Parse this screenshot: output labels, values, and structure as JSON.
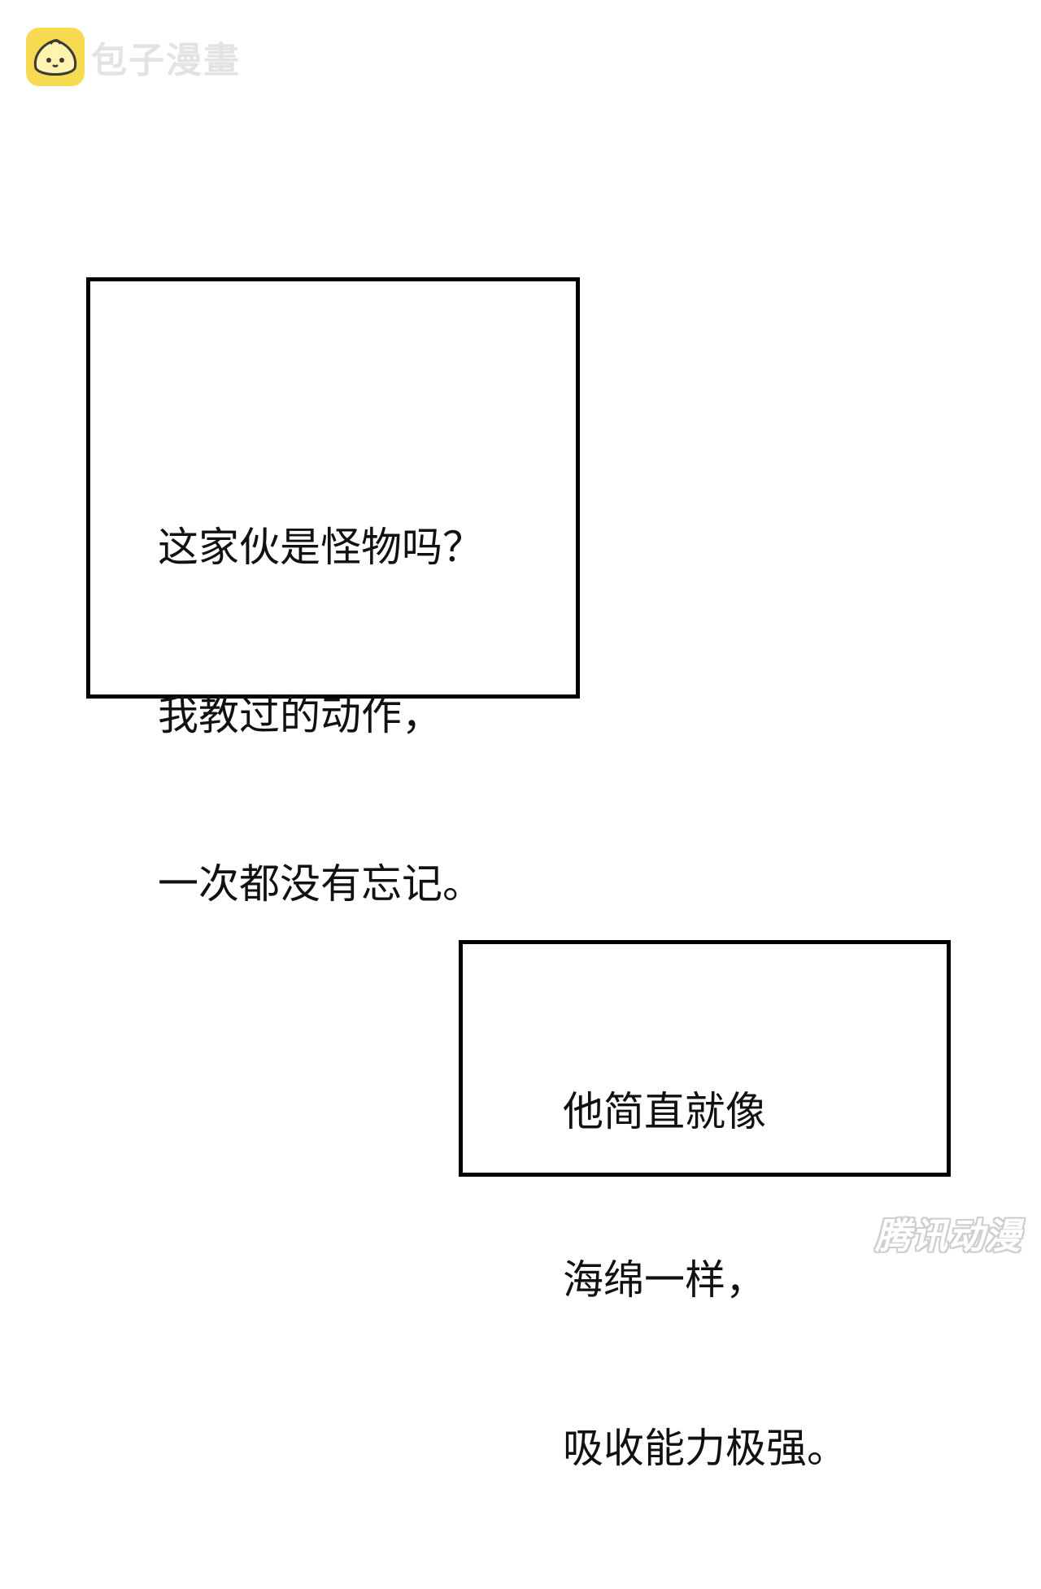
{
  "logo": {
    "icon": "bun-mascot-icon",
    "text": "包子漫畫",
    "accent_color": "#f7da52"
  },
  "captions": [
    {
      "lines": [
        "这家伙是怪物吗？",
        "我教过的动作，",
        "一次都没有忘记。"
      ]
    },
    {
      "lines": [
        "他简直就像",
        "海绵一样，",
        "吸收能力极强。"
      ]
    }
  ],
  "watermark": {
    "text": "腾讯动漫"
  }
}
